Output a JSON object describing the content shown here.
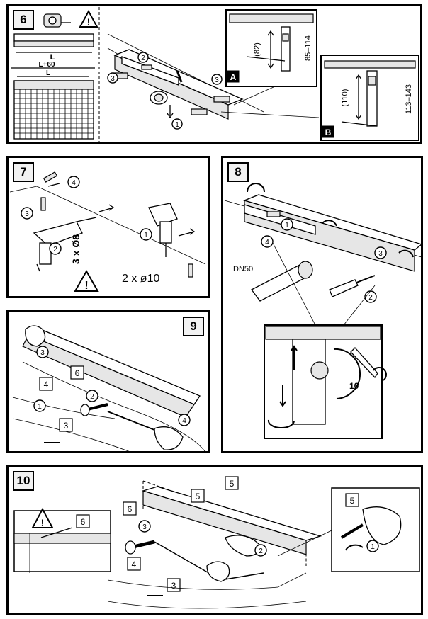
{
  "steps": {
    "s6": "6",
    "s7": "7",
    "s8": "8",
    "s9": "9",
    "s10": "10"
  },
  "step6": {
    "dim_L_top": "L",
    "dim_L60": "L+60",
    "dim_L_bottom": "L",
    "callout_1": "1",
    "callout_2": "2",
    "callout_3a": "3",
    "callout_3b": "3",
    "inset_A": "A",
    "inset_B": "B",
    "A_inner": "(82)",
    "A_outer": "85–114",
    "B_inner": "(110)",
    "B_outer": "113–143"
  },
  "step7": {
    "callout_1": "1",
    "callout_2": "2",
    "callout_3": "3",
    "callout_4": "4",
    "drill_dia": "3 x Ø8",
    "holes": "2 x ø10"
  },
  "step8": {
    "callout_1": "1",
    "callout_2": "2",
    "callout_3": "3",
    "callout_4": "4",
    "dn50": "DN50",
    "wrench_size": "10"
  },
  "step9": {
    "callout_1": "1",
    "callout_2": "2",
    "callout_3": "3",
    "callout_4": "4",
    "box_4": "4",
    "box_6": "6",
    "box_3": "3"
  },
  "step10": {
    "box_5a": "5",
    "box_5b": "5",
    "box_5c": "5",
    "box_6a": "6",
    "box_6b": "6",
    "box_4": "4",
    "box_3": "3",
    "callout_1": "1",
    "callout_2": "2",
    "callout_3": "3"
  }
}
